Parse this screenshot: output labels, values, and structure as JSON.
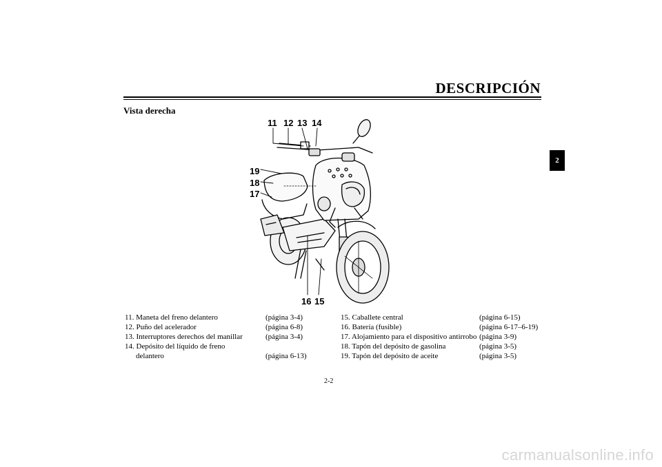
{
  "header": {
    "title": "DESCRIPCIÓN"
  },
  "section": {
    "title": "Vista derecha"
  },
  "chapter_tab": "2",
  "callouts": {
    "c11": "11",
    "c12": "12",
    "c13": "13",
    "c14": "14",
    "c15": "15",
    "c16": "16",
    "c17": "17",
    "c18": "18",
    "c19": "19"
  },
  "legend_left": [
    {
      "text": "11. Maneta del freno delantero",
      "page": "(página 3-4)"
    },
    {
      "text": "12. Puño del acelerador",
      "page": "(página 6-8)"
    },
    {
      "text": "13. Interruptores derechos del manillar",
      "page": "(página 3-4)"
    },
    {
      "text": "14. Depósito del líquido de freno",
      "page": ""
    },
    {
      "text": "delantero",
      "page": "(página 6-13)"
    }
  ],
  "legend_right": [
    {
      "text": "15. Caballete central",
      "page": "(página 6-15)"
    },
    {
      "text": "16. Batería (fusible)",
      "page": "(página 6-17–6-19)"
    },
    {
      "text": "17. Alojamiento para el dispositivo antirrobo",
      "page": "(página 3-9)"
    },
    {
      "text": "18. Tapón del depósito de gasolina",
      "page": "(página 3-5)"
    },
    {
      "text": "19. Tapón del depósito de aceite",
      "page": "(página 3-5)"
    }
  ],
  "page_number": "2-2",
  "watermark": "carmanualsonline.info"
}
